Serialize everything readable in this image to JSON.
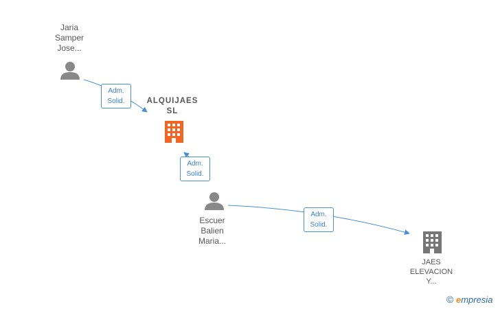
{
  "nodes": {
    "person_1": {
      "lines": [
        "Jaria",
        "Samper",
        "Jose..."
      ],
      "type": "person"
    },
    "company_main": {
      "lines": [
        "ALQUIJAES",
        "SL"
      ],
      "type": "company",
      "color": "#f26522"
    },
    "person_2": {
      "lines": [
        "Escuer",
        "Balien",
        "Maria..."
      ],
      "type": "person"
    },
    "company_2": {
      "lines": [
        "JAES",
        "ELEVACION",
        "Y..."
      ],
      "type": "company",
      "color": "#777777"
    }
  },
  "edges": [
    {
      "from": "person_1",
      "to": "company_main",
      "label": [
        "Adm.",
        "Solid."
      ]
    },
    {
      "from": "person_2",
      "to": "company_main",
      "label": [
        "Adm.",
        "Solid."
      ]
    },
    {
      "from": "person_2",
      "to": "company_2",
      "label": [
        "Adm.",
        "Solid."
      ]
    }
  ],
  "colors": {
    "edge": "#4a8fd4",
    "person_icon": "#888888",
    "main_company": "#f26522",
    "other_company": "#777777"
  },
  "brand": {
    "copyright": "©",
    "e": "e",
    "name": "mpresia"
  }
}
